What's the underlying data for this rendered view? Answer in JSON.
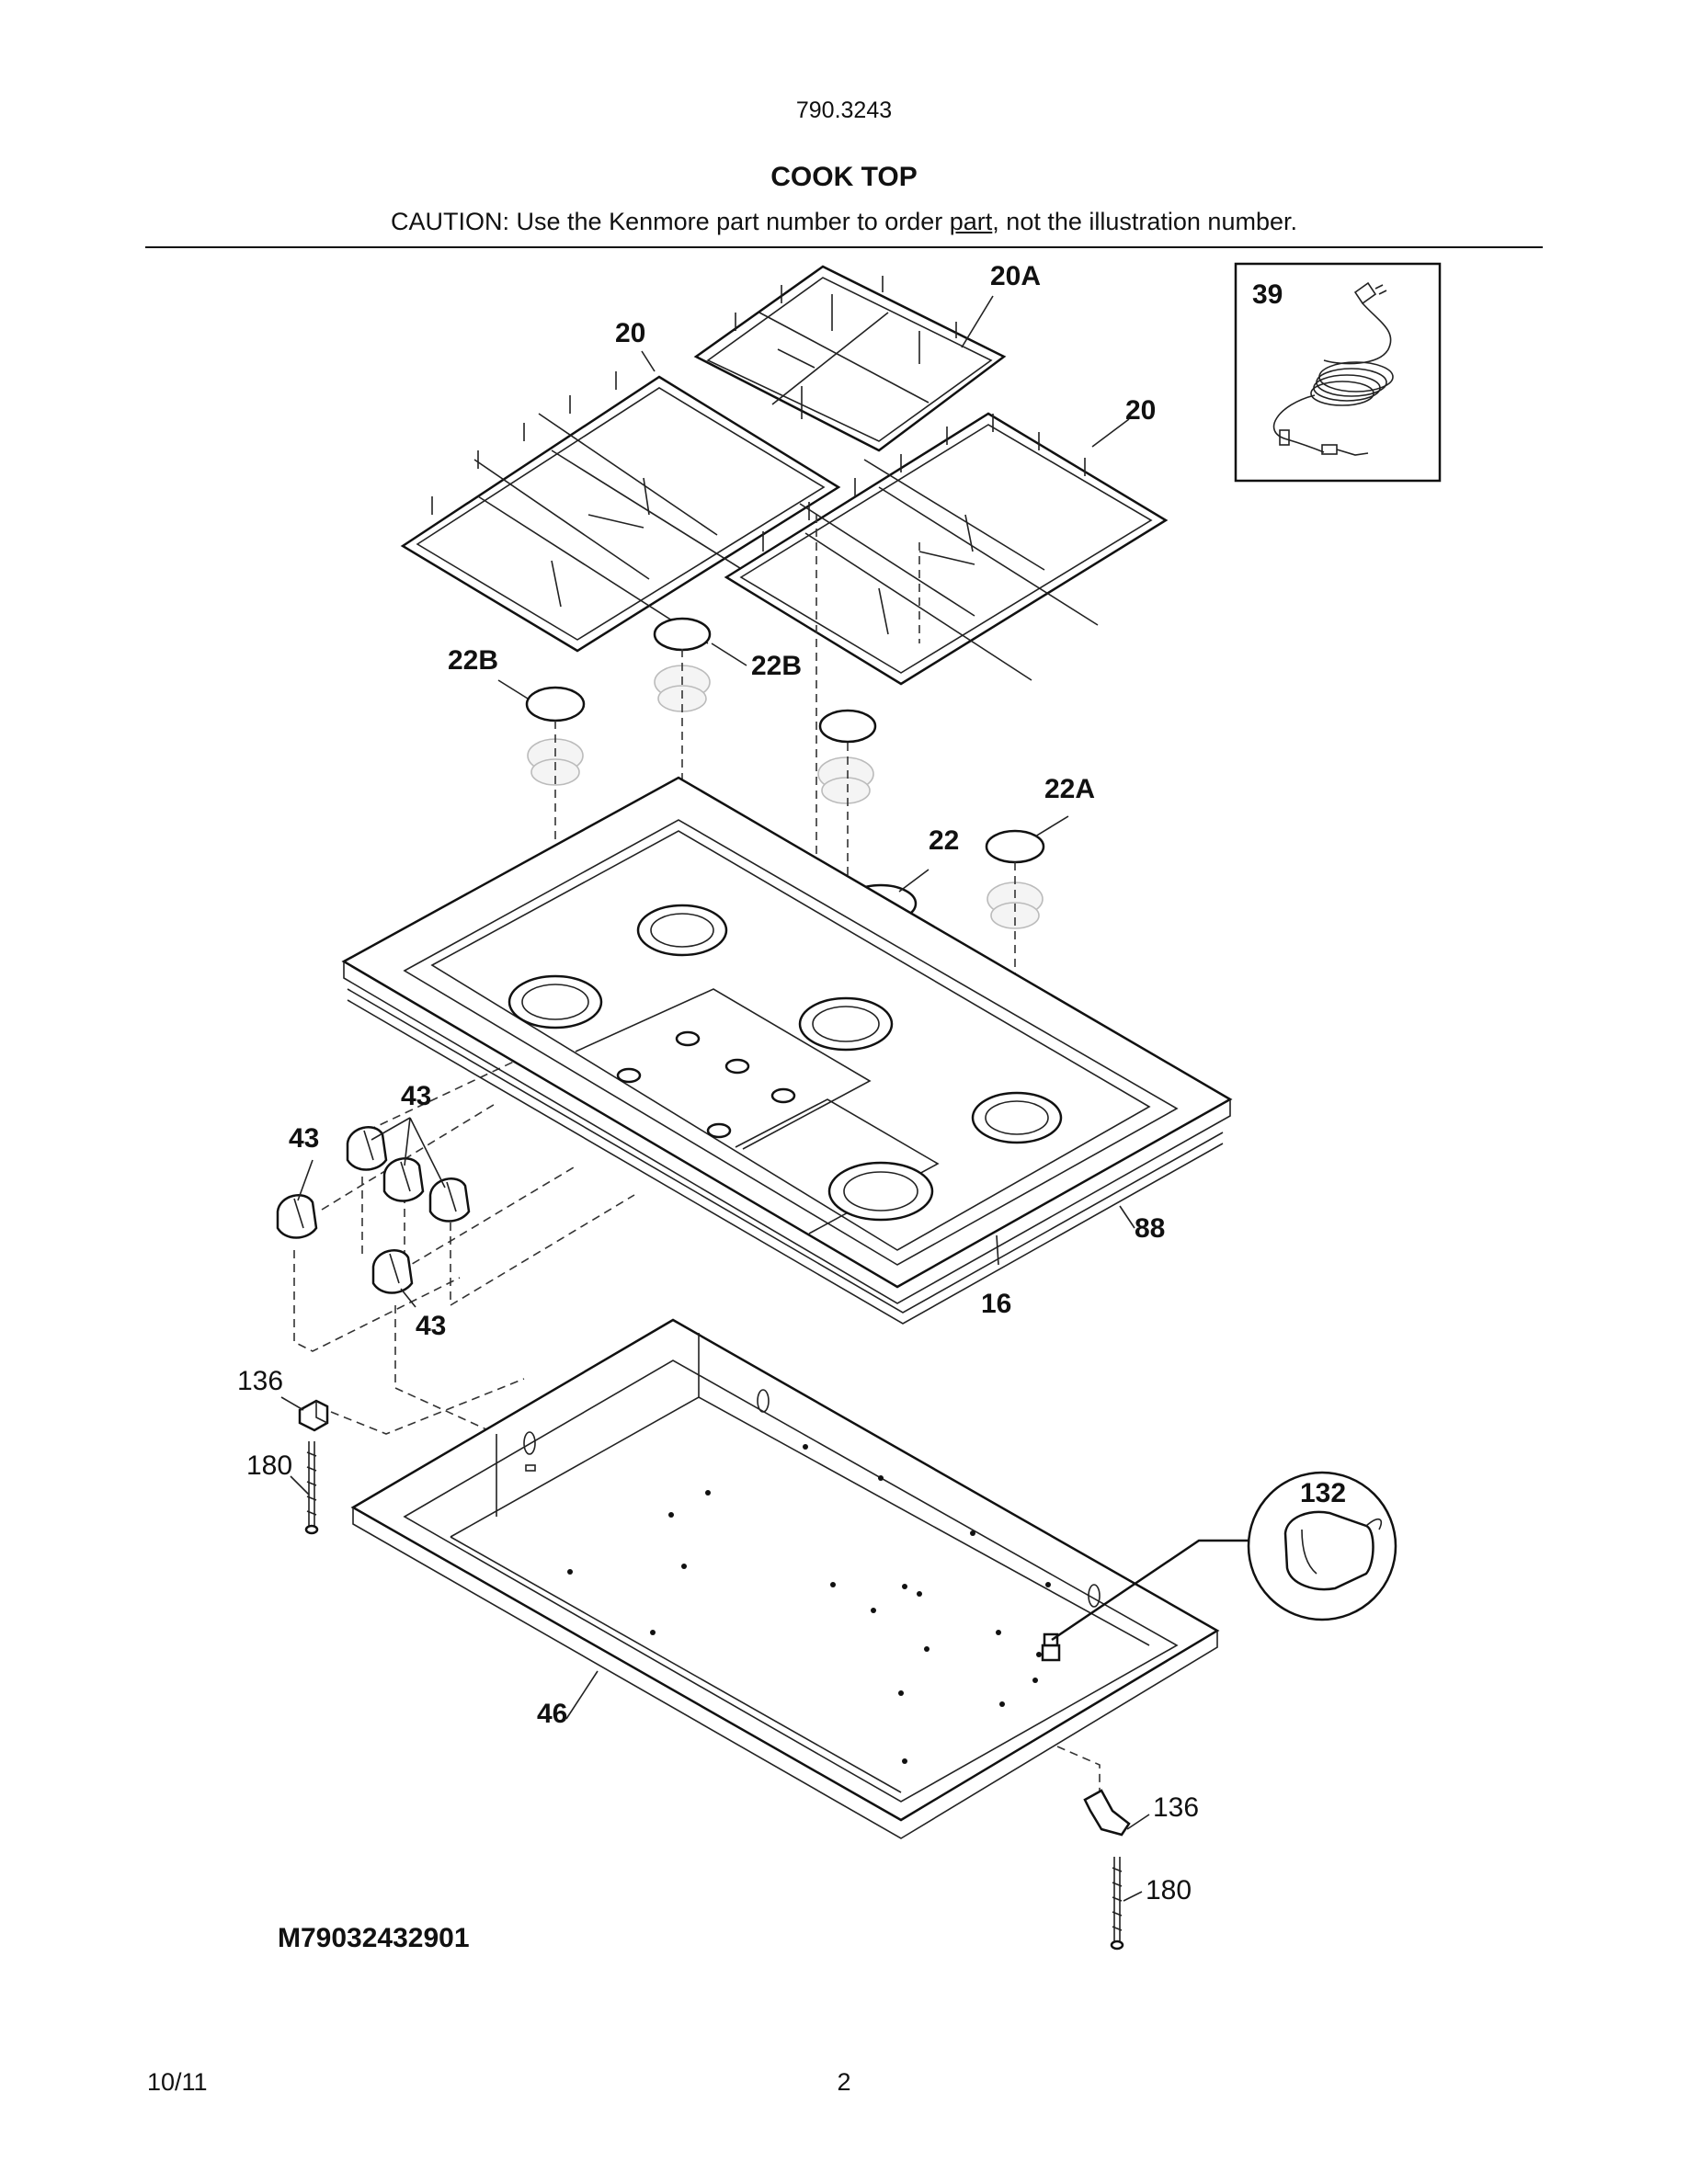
{
  "header": {
    "model_number": "790.3243",
    "title": "COOK TOP",
    "caution_prefix": "CAUTION: Use the Kenmore part number to order ",
    "caution_underlined": "part",
    "caution_suffix": ", not the illustration number."
  },
  "diagram": {
    "callouts": {
      "grate_left": "20",
      "grate_top": "20A",
      "grate_right": "20",
      "power_cord": "39",
      "cap_left": "22B",
      "cap_mid": "22B",
      "cap_rear_right": "22A",
      "cap_center": "22",
      "knobs_group": "43",
      "knob_left": "43",
      "knob_lower": "43",
      "cooktop": "16",
      "gasket": "88",
      "bracket_left": "136",
      "screw_left": "180",
      "igniter": "132",
      "burner_box": "46",
      "bracket_right": "136",
      "screw_right": "180"
    },
    "drawing_number": "M79032432901"
  },
  "footer": {
    "date": "10/11",
    "page_number": "2"
  }
}
